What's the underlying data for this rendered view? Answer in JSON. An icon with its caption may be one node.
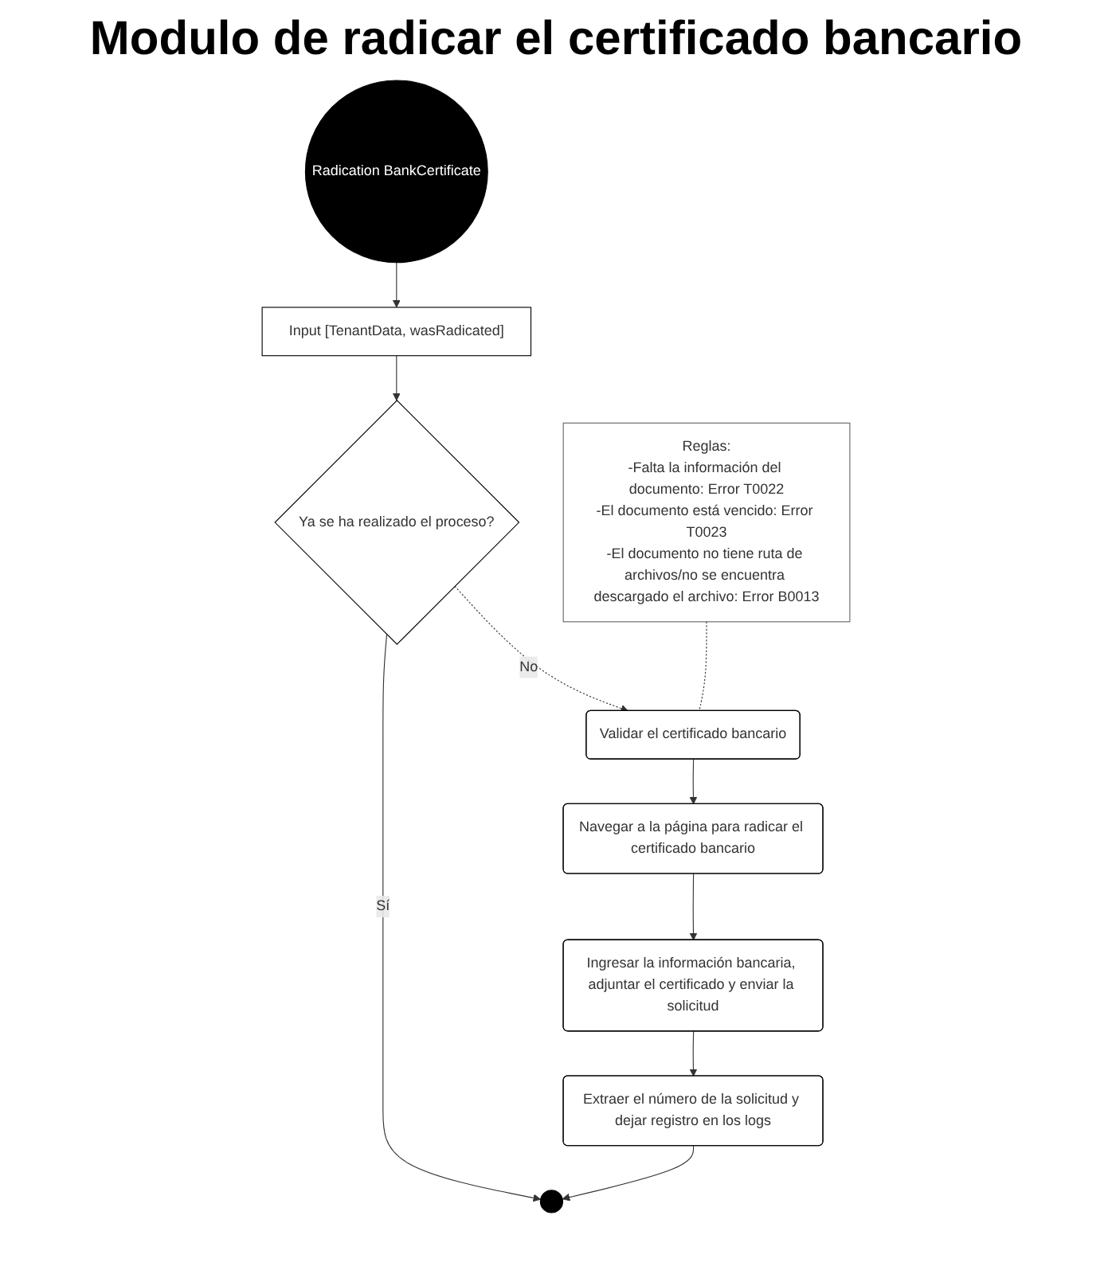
{
  "diagram": {
    "title": "Modulo de radicar el certificado bancario",
    "nodes": [
      {
        "text": [
          "Radication BankCertificate"
        ]
      },
      {
        "text": [
          "Input [TenantData, wasRadicated]"
        ]
      },
      {
        "text": [
          "Ya se ha realizado el proceso?"
        ]
      },
      {
        "text": [
          "Validar el certificado bancario"
        ]
      },
      {
        "text": [
          "Navegar a la página para radicar el certificado bancario"
        ]
      },
      {
        "text": [
          "Ingresar la información bancaria, adjuntar el certificado y enviar la solicitud"
        ]
      },
      {
        "text": [
          "Extraer el número de la solicitud y dejar registro en los logs"
        ]
      },
      {
        "text": [],
        "shape": "circle"
      },
      {
        "text": [
          "Reglas:",
          "-Falta la información del documento: Error T0022",
          "-El documento está vencido: Error T0023",
          "-El documento no tiene ruta de archivos/no se encuentra descargado el archivo: Error B0013"
        ]
      }
    ],
    "edges": [
      {
        "from": 0,
        "to": 1,
        "arrow": "to"
      },
      {
        "from": 1,
        "to": 2,
        "arrow": "to"
      },
      {
        "from": 2,
        "to": 7,
        "arrow": "to",
        "label": "Sí"
      },
      {
        "from": 2,
        "to": 3,
        "arrow": "to",
        "label": "No",
        "style": "dashed"
      },
      {
        "from": 3,
        "to": 4,
        "arrow": "to"
      },
      {
        "from": 4,
        "to": 5,
        "arrow": "to"
      },
      {
        "from": 5,
        "to": 6,
        "arrow": "to"
      },
      {
        "from": 6,
        "to": 7,
        "arrow": "to"
      },
      {
        "from": 8,
        "to": 3,
        "arrow": "none",
        "style": "dashed"
      }
    ]
  }
}
